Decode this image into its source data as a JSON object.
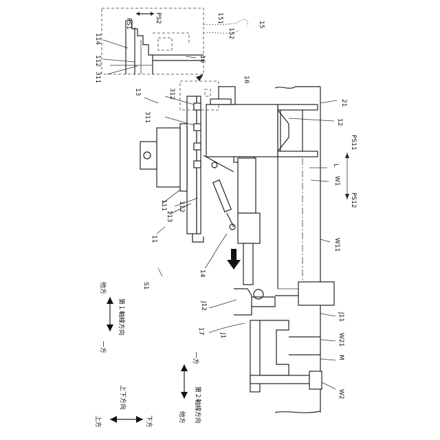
{
  "labels": {
    "ps1": "PS1",
    "ps2": "PS2",
    "n151": "151",
    "n152": "152",
    "n15": "15",
    "n114": "114",
    "n112a": "112",
    "n311a": "311",
    "n16a": "16",
    "n16b": "16",
    "n312": "312",
    "n13": "13",
    "n311b": "311",
    "n21": "21",
    "n12": "12",
    "ps11": "PS11",
    "nL": "L",
    "w1": "W1",
    "ps12": "PS12",
    "n111": "111",
    "n113": "113",
    "n112b": "112",
    "n11": "11",
    "w11": "W11",
    "n14": "14",
    "s1": "S1",
    "j12": "J12",
    "j11": "J11",
    "n17": "17",
    "j1": "J1",
    "w21": "W21",
    "m": "M",
    "w2": "W2"
  },
  "directions": {
    "axis1_title": "第１軸線方向",
    "axis1_end_a": "一方",
    "axis1_end_b": "他方",
    "axis2_title": "第２軸線方向",
    "axis2_end_a": "一方",
    "axis2_end_b": "他方",
    "vert_title": "上下方向",
    "vert_up": "上方",
    "vert_down": "下方"
  }
}
